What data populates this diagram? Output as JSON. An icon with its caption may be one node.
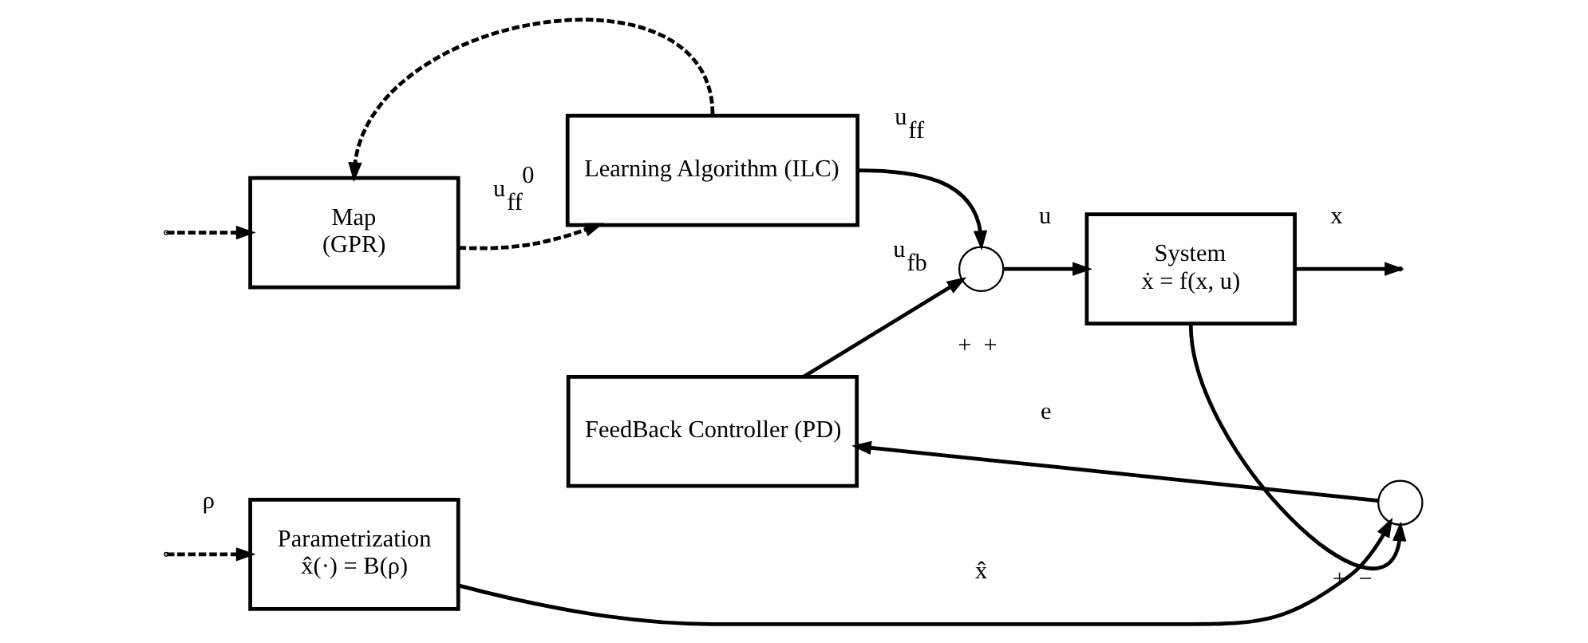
{
  "diagram": {
    "nodes": [
      {
        "text": [
          "Map",
          "(GPR)"
        ]
      },
      {
        "text": [
          "Learning Algorithm (ILC)"
        ]
      },
      {
        "text": [
          "Parametrization",
          "x̂(·) = B(ρ)"
        ]
      },
      {
        "text": [],
        "shape": "circle",
        "beside": [
          "+",
          "−"
        ]
      },
      {
        "text": [
          "FeedBack Controller (PD)"
        ]
      },
      {
        "text": [],
        "shape": "circle",
        "beside": [
          "+",
          "+"
        ]
      },
      {
        "text": [
          "System",
          "ẋ = f(x, u)"
        ]
      }
    ],
    "edges": [
      {
        "from": null,
        "to": 2,
        "arrow": "to",
        "label": "ρ",
        "style": "dashed"
      },
      {
        "from": null,
        "to": 0,
        "arrow": "to",
        "style": "dashed"
      },
      {
        "from": 0,
        "to": 1,
        "arrow": "to",
        "label": "u$_{ff}$$^{0}$",
        "style": "dashed"
      },
      {
        "from": 1,
        "to": 5,
        "arrow": "to",
        "label": "u$_{ff}$"
      },
      {
        "from": 1,
        "to": 0,
        "arrow": "to",
        "style": "dashed"
      },
      {
        "from": 2,
        "to": 3,
        "arrow": "to",
        "label": "x̂"
      },
      {
        "from": 3,
        "to": 4,
        "arrow": "to",
        "label": "e"
      },
      {
        "from": 4,
        "to": 5,
        "arrow": "to",
        "label": "u$_{fb}$"
      },
      {
        "from": 5,
        "to": 6,
        "arrow": "to",
        "label": "u"
      },
      {
        "from": 6,
        "to": null,
        "arrow": "to",
        "label": "x"
      },
      {
        "from": 6,
        "to": 3,
        "arrow": "to"
      }
    ]
  }
}
